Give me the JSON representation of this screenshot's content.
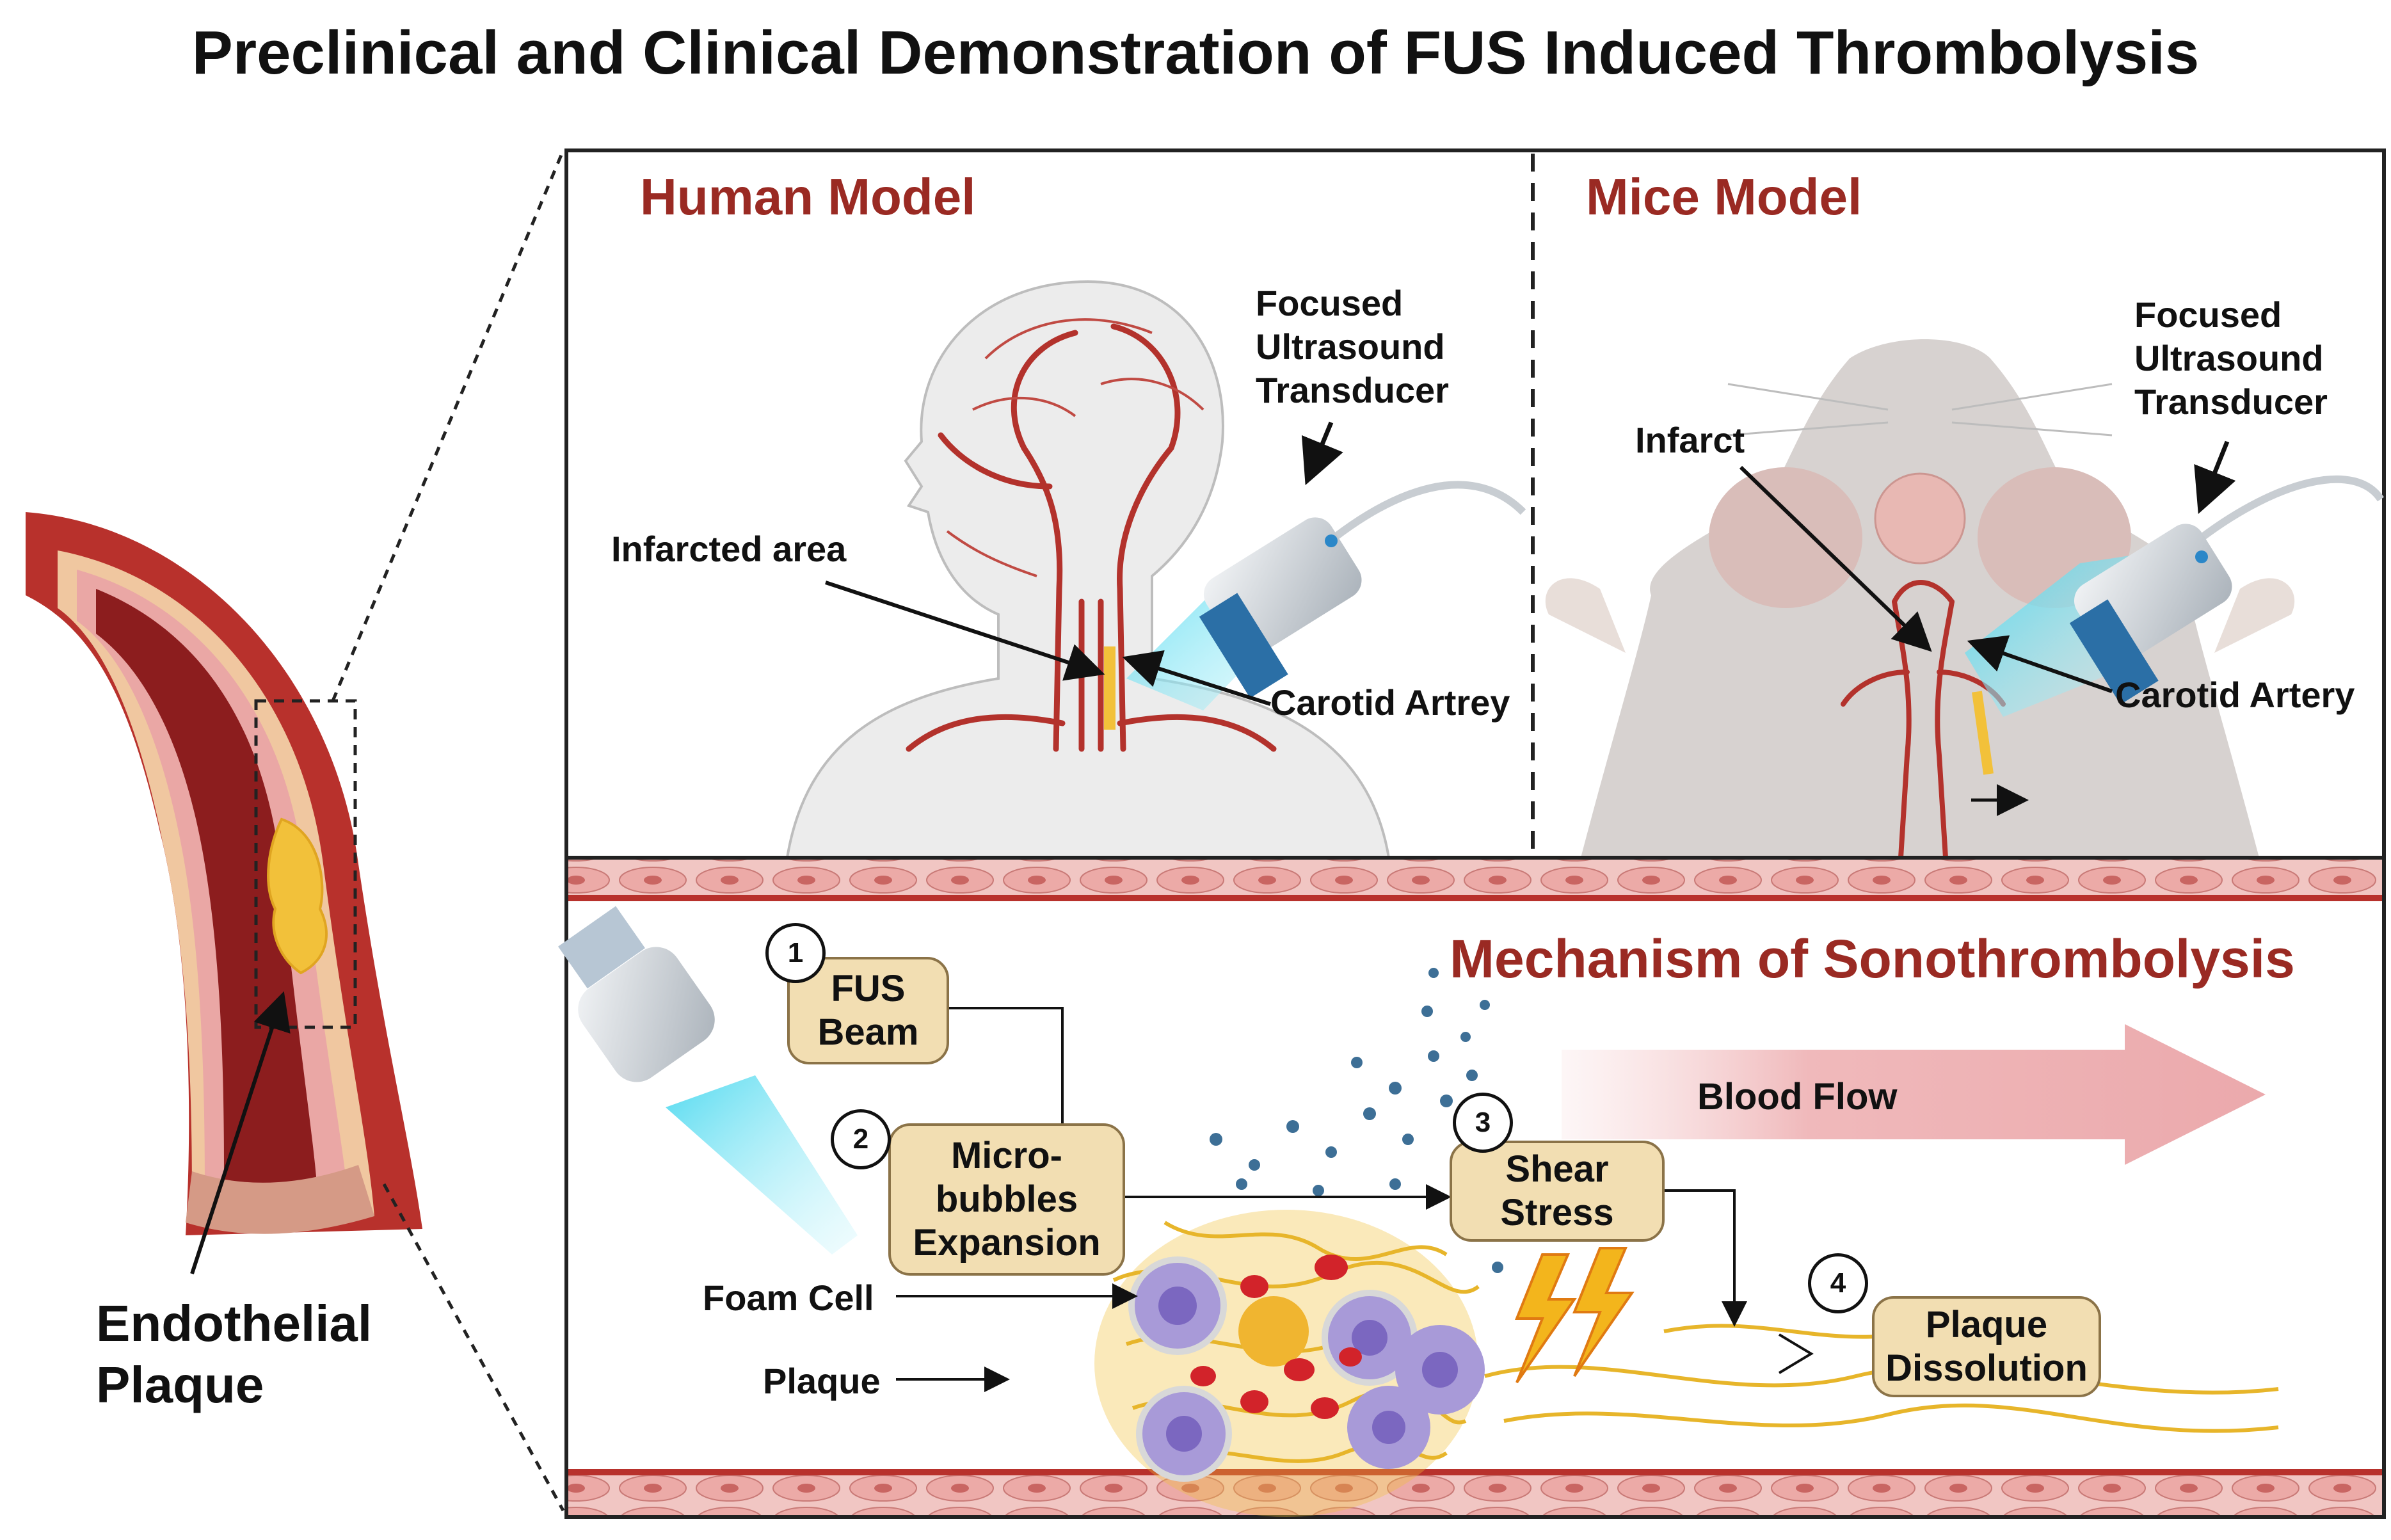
{
  "title": "Preclinical and Clinical Demonstration of FUS Induced Thrombolysis",
  "left": {
    "label_line1": "Endothelial",
    "label_line2": "Plaque"
  },
  "human": {
    "heading": "Human Model",
    "transducer_line1": "Focused",
    "transducer_line2": "Ultrasound",
    "transducer_line3": "Transducer",
    "infarct": "Infarcted area",
    "artery": "Carotid Artrey"
  },
  "mice": {
    "heading": "Mice Model",
    "transducer_line1": "Focused",
    "transducer_line2": "Ultrasound",
    "transducer_line3": "Transducer",
    "infarct": "Infarct",
    "artery": "Carotid Artery"
  },
  "mechanism": {
    "heading": "Mechanism of Sonothrombolysis",
    "blood_flow": "Blood Flow",
    "foam_cell": "Foam Cell",
    "plaque": "Plaque",
    "steps": [
      {
        "num": "1",
        "label": "FUS\nBeam"
      },
      {
        "num": "2",
        "label": "Micro-\nbubbles\nExpansion"
      },
      {
        "num": "3",
        "label": "Shear\nStress"
      },
      {
        "num": "4",
        "label": "Plaque\nDissolution"
      }
    ]
  },
  "colors": {
    "title_red": "#9a2a23",
    "vessel_red": "#b8312c",
    "box_fill": "#f2deb2",
    "plaque_yellow": "#f2c13a",
    "beam_cyan": "#6fe4f2",
    "flow_pink": "#f0b9bb"
  }
}
